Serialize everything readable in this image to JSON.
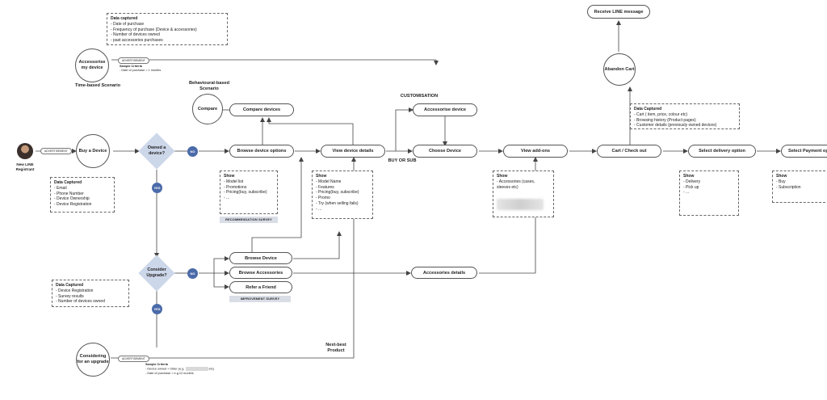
{
  "nodes": {
    "receive_line": "Receive LINE message",
    "accessorise_my_device": "Accessorise my device",
    "time_based_scenario": "Time-based Scenario",
    "behavioural_scenario": "Behavioural-based Scenario",
    "compare": "Compare",
    "compare_devices": "Compare devices",
    "customisation": "CUSTOMISATION",
    "accessorise_device": "Accessorise device",
    "abandon_cart": "Abandon Cart",
    "new_line_registrant": "New LINE Registrant",
    "buy_a_device": "Buy a Device",
    "owned_a_device": "Owned a device?",
    "browse_device_options": "Browse device options",
    "view_device_details": "View device details",
    "choose_device": "Choose Device",
    "view_add_ons": "View add-ons",
    "cart_checkout": "Cart / Check out",
    "select_delivery": "Select delivery option",
    "select_payment": "Select Payment op",
    "buy_or_sub": "BUY OR SUB",
    "consider_upgrade": "Consider Upgrade?",
    "browse_device": "Browse Device",
    "browse_accessories": "Browse Accessories",
    "refer_a_friend": "Refer a Friend",
    "accessories_details": "Accessories details",
    "next_best_product": "Next-best Product",
    "considering_upgrade": "Considering for an upgrade"
  },
  "dots": {
    "no": "NO",
    "yes": "YES"
  },
  "banners": {
    "recommendation_survey": "RECOMMENDATION SURVEY",
    "improvement_survey": "IMPROVEMENT SURVEY"
  },
  "tags": {
    "advertisement": "ADVERTISEMENT"
  },
  "notes": {
    "accessorise_data": {
      "title": "Data captured",
      "items": [
        "- Date of purchase",
        "- Frequency of purchase (Device & accessories)",
        "- Number of devices owned",
        "- past accessories purchases"
      ]
    },
    "sample_criteria_top": {
      "title": "Sample Criteria",
      "line1": "- Date of purchase > 1 months"
    },
    "buy_data": {
      "title": "Data Captured",
      "items": [
        "- Email",
        "- Phone Number",
        "- Device Ownership",
        "- Device Registration"
      ]
    },
    "browse_show": {
      "title": "Show",
      "items": [
        "- Model list",
        "- Promotions",
        "- Pricing(buy, subscribe)",
        "- ..."
      ]
    },
    "details_show": {
      "title": "Show",
      "items": [
        "- Model Name",
        "- Features",
        "- Pricing(buy, subscribe)",
        "- Promo",
        "- Try (when selling fails)",
        "- ..."
      ]
    },
    "addons_show": {
      "title": "Show",
      "items": [
        "- Accessories (cases,",
        "sleeves etc)"
      ]
    },
    "cart_data": {
      "title": "Data Captured",
      "items": [
        "- Cart ( item, price, colour etc)",
        "- Browsing history (Product pages)",
        "- Customer details (previously owned devices)"
      ]
    },
    "delivery_show": {
      "title": "Show",
      "items": [
        "- Delivery",
        "- Pick up",
        "- ..."
      ]
    },
    "payment_show": {
      "title": "Show",
      "items": [
        "- Buy",
        "- Subscription"
      ]
    },
    "upgrade_data": {
      "title": "Data Captured",
      "items": [
        "- Device Registration",
        "- Survey results",
        "- Number of devices owned"
      ]
    },
    "sample_criteria_bottom": {
      "title": "Sample Criteria",
      "line1a": "- Device owned > Older (e.g.",
      "line1b": "etc)",
      "line2": "- Date of purchase > e.g.12 months"
    }
  }
}
